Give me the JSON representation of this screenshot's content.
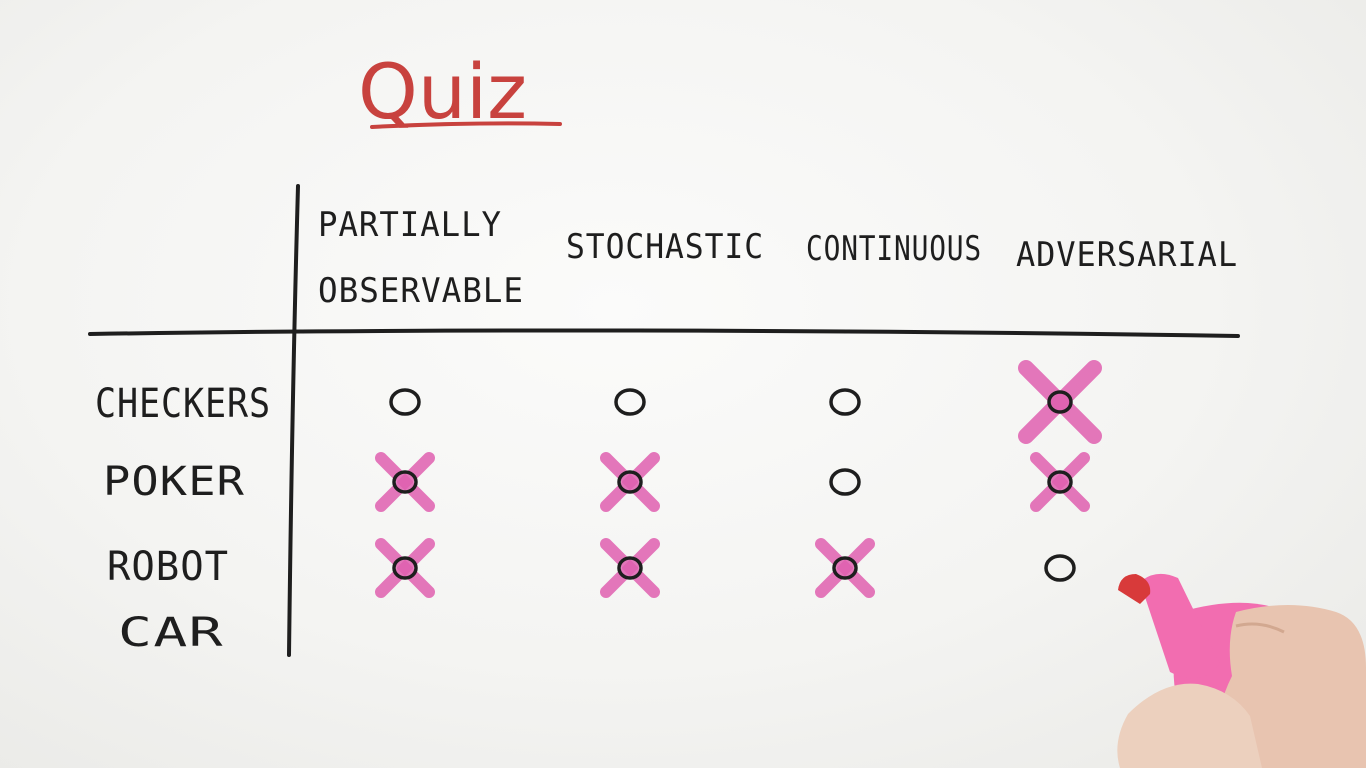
{
  "title": "Quiz",
  "columns": [
    {
      "line1": "PARTIALLY",
      "line2": "OBSERVABLE"
    },
    {
      "line1": "STOCHASTIC",
      "line2": ""
    },
    {
      "line1": "CONTINUOUS",
      "line2": ""
    },
    {
      "line1": "ADVERSARIAL",
      "line2": ""
    }
  ],
  "rows": [
    {
      "line1": "CHECKERS",
      "line2": "",
      "marks": [
        false,
        false,
        false,
        true
      ]
    },
    {
      "line1": "POKER",
      "line2": "",
      "marks": [
        true,
        true,
        false,
        true
      ]
    },
    {
      "line1": "ROBOT",
      "line2": "CAR",
      "marks": [
        true,
        true,
        true,
        false
      ]
    }
  ],
  "colors": {
    "ink": "#1e1e1e",
    "title": "#c8423e",
    "highlight": "#e060b0",
    "marker_body": "#f26db0",
    "marker_tip": "#d83a3a",
    "hand": "#e8c4b0"
  }
}
